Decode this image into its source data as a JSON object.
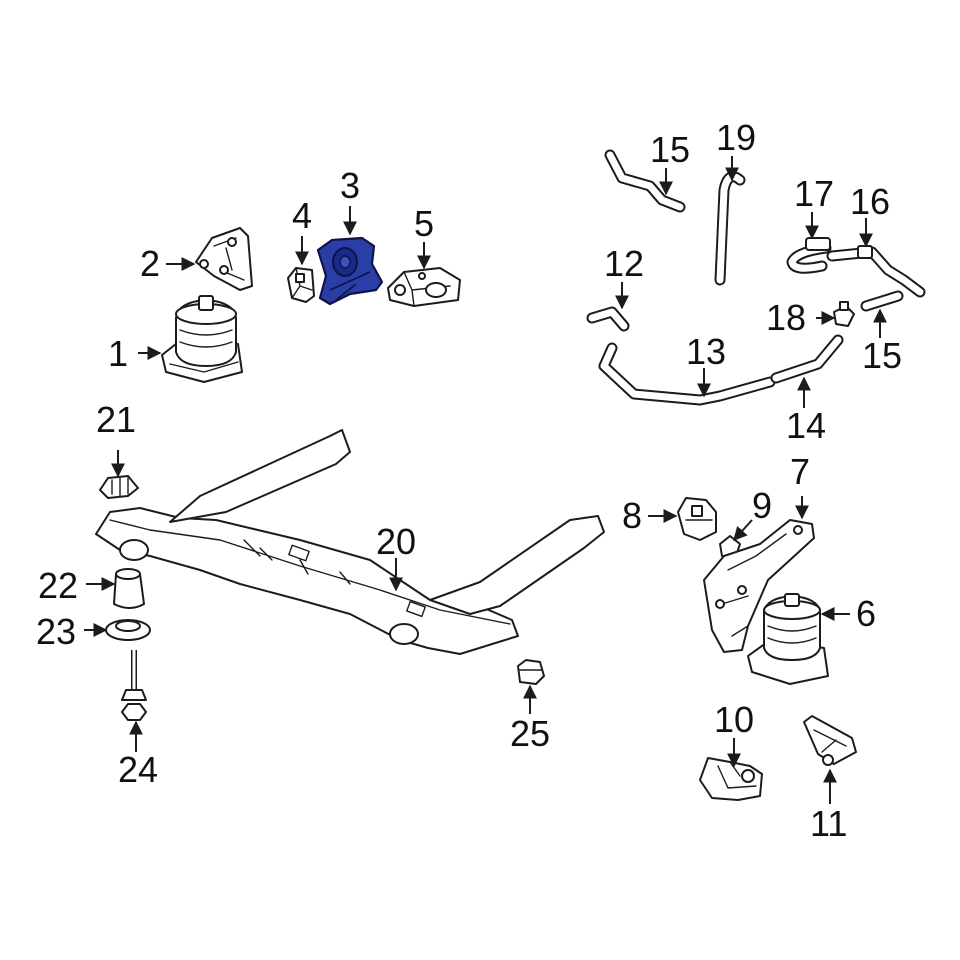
{
  "callouts": {
    "c1": "1",
    "c2": "2",
    "c3": "3",
    "c4": "4",
    "c5": "5",
    "c6": "6",
    "c7": "7",
    "c8": "8",
    "c9": "9",
    "c10": "10",
    "c11": "11",
    "c12": "12",
    "c13": "13",
    "c14": "14",
    "c15a": "15",
    "c15b": "15",
    "c16": "16",
    "c17": "17",
    "c18": "18",
    "c19": "19",
    "c20": "20",
    "c21": "21",
    "c22": "22",
    "c23": "23",
    "c24": "24",
    "c25": "25"
  },
  "colors": {
    "line": "#1c1c1c",
    "highlight_fill": "#2a3ea8",
    "background": "#ffffff"
  },
  "highlighted_part": "3"
}
